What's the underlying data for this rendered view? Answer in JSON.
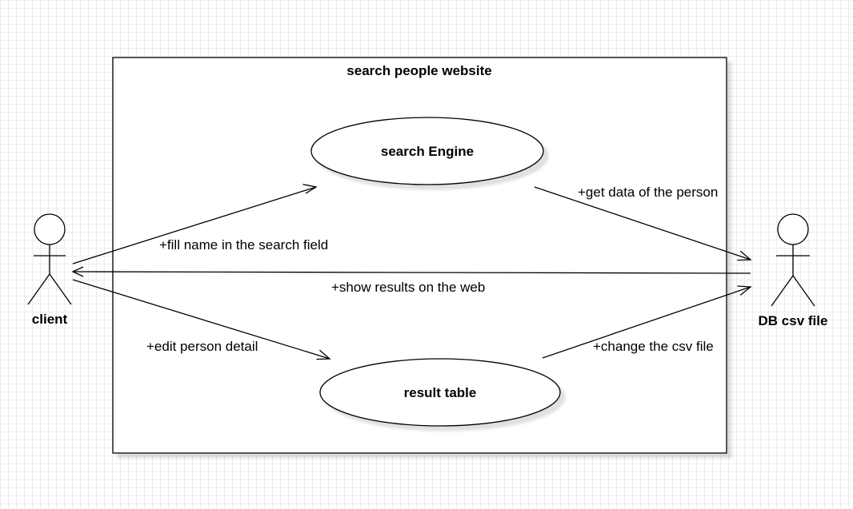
{
  "diagram": {
    "system": {
      "title": "search people website"
    },
    "actors": {
      "client": {
        "label": "client"
      },
      "db": {
        "label": "DB csv file"
      }
    },
    "use_cases": {
      "search_engine": {
        "label": "search Engine"
      },
      "result_table": {
        "label": "result table"
      }
    },
    "associations": {
      "fill_name": {
        "label": "+fill name in the search field"
      },
      "get_data": {
        "label": "+get data of the person"
      },
      "show_results": {
        "label": "+show results on the web"
      },
      "edit_person": {
        "label": "+edit person detail"
      },
      "change_csv": {
        "label": "+change the csv file"
      }
    }
  }
}
